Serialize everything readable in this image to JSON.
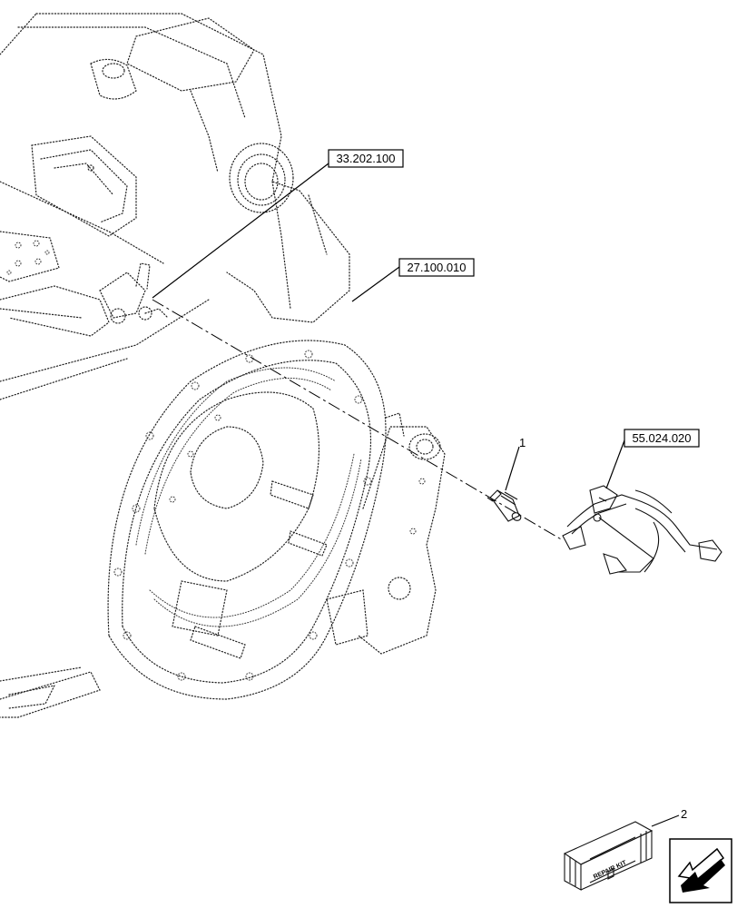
{
  "callouts": {
    "ref_top": "33.202.100",
    "ref_housing": "27.100.010",
    "ref_harness": "55.024.020",
    "item_sensor": "1",
    "item_kit": "2"
  },
  "kit_label": "REPAIR KIT",
  "nav_icon": "arrow-previous-icon"
}
